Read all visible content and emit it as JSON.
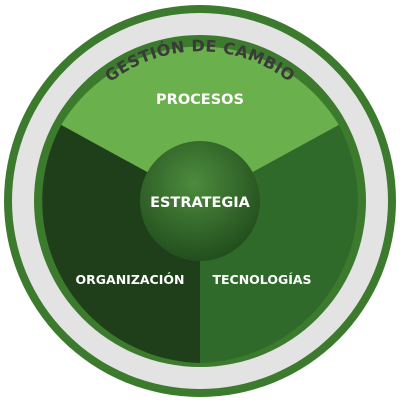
{
  "diagram": {
    "outer_ring_label": "GESTIÓN DE CAMBIO",
    "center_label": "ESTRATEGIA",
    "segments": [
      {
        "id": "procesos",
        "label": "PROCESOS",
        "color": "#6ab04c"
      },
      {
        "id": "tecnologias",
        "label": "TECNOLOGÍAS",
        "color": "#2f6a2b"
      },
      {
        "id": "organizacion",
        "label": "ORGANIZACIÓN",
        "color": "#1f3f1b"
      }
    ],
    "colors": {
      "outer_border": "#3c7a2d",
      "ring": "#e3e3e3",
      "inner_border": "#3c7a2d",
      "ring_text": "#3a3a3a",
      "center_light": "#4d8b3d",
      "center_dark": "#1f4a1b",
      "label_text": "#ffffff"
    }
  }
}
